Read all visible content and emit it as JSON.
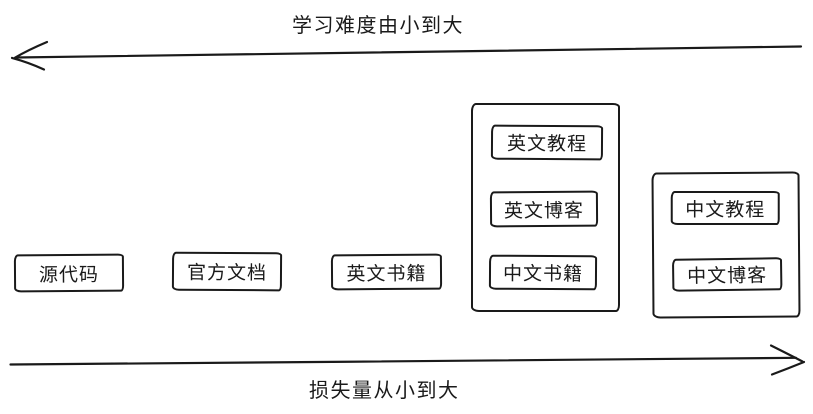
{
  "colors": {
    "ink": "#1a1a1a",
    "background": "#ffffff"
  },
  "axes": {
    "top": {
      "label": "学习难度由小到大",
      "arrow_direction": "left"
    },
    "bottom": {
      "label": "损失量从小到大",
      "arrow_direction": "right"
    }
  },
  "boxes": [
    {
      "label": "源代码"
    },
    {
      "label": "官方文档"
    },
    {
      "label": "英文书籍"
    }
  ],
  "groups": [
    {
      "items": [
        {
          "label": "英文教程"
        },
        {
          "label": "英文博客"
        },
        {
          "label": "中文书籍"
        }
      ]
    },
    {
      "items": [
        {
          "label": "中文教程"
        },
        {
          "label": "中文博客"
        }
      ]
    }
  ]
}
